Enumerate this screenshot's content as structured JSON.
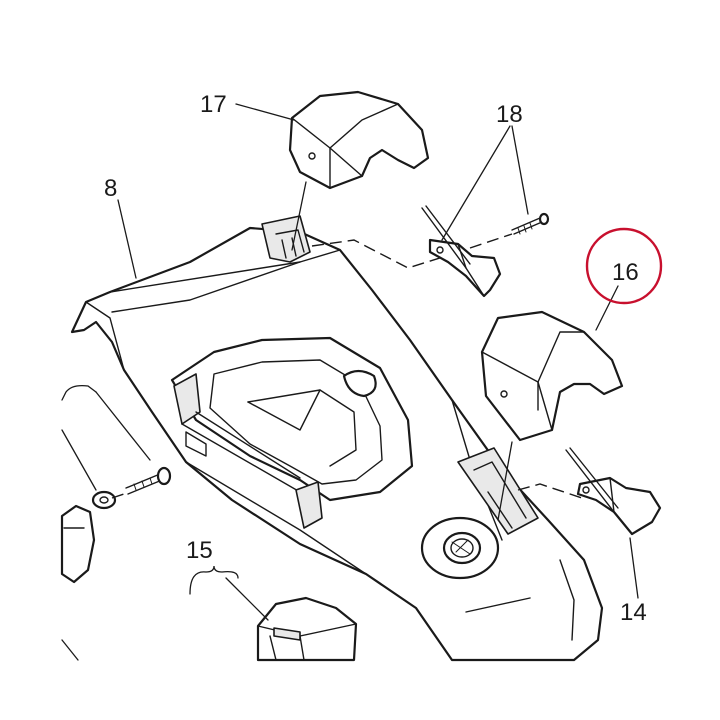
{
  "callouts": [
    {
      "id": "17",
      "label": "17"
    },
    {
      "id": "18",
      "label": "18"
    },
    {
      "id": "8",
      "label": "8"
    },
    {
      "id": "16",
      "label": "16",
      "highlighted": true
    },
    {
      "id": "15",
      "label": "15"
    },
    {
      "id": "14",
      "label": "14"
    }
  ],
  "colors": {
    "highlight_circle": "#c8102e",
    "line": "#1a1a1a",
    "background": "#ffffff"
  }
}
